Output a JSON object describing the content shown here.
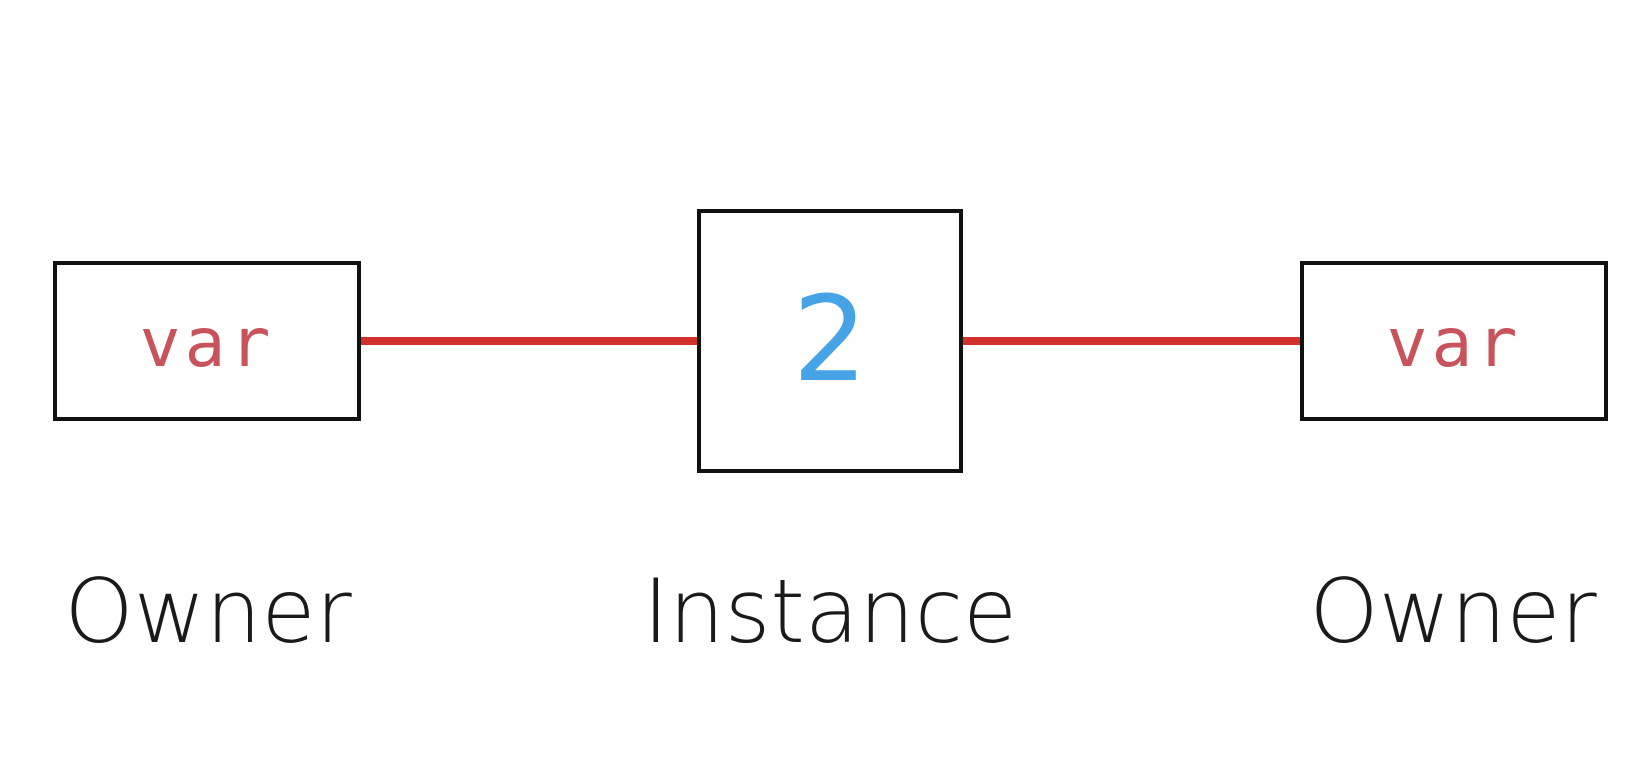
{
  "diagram": {
    "left_owner": {
      "box_text": "var",
      "label": "Owner"
    },
    "instance": {
      "box_text": "2",
      "label": "Instance"
    },
    "right_owner": {
      "box_text": "var",
      "label": "Owner"
    },
    "colors": {
      "connector": "#d0312d",
      "var_text": "#c8535a",
      "instance_value": "#46a3e6",
      "box_border": "#111111",
      "label_text": "#1a1a1a"
    }
  }
}
